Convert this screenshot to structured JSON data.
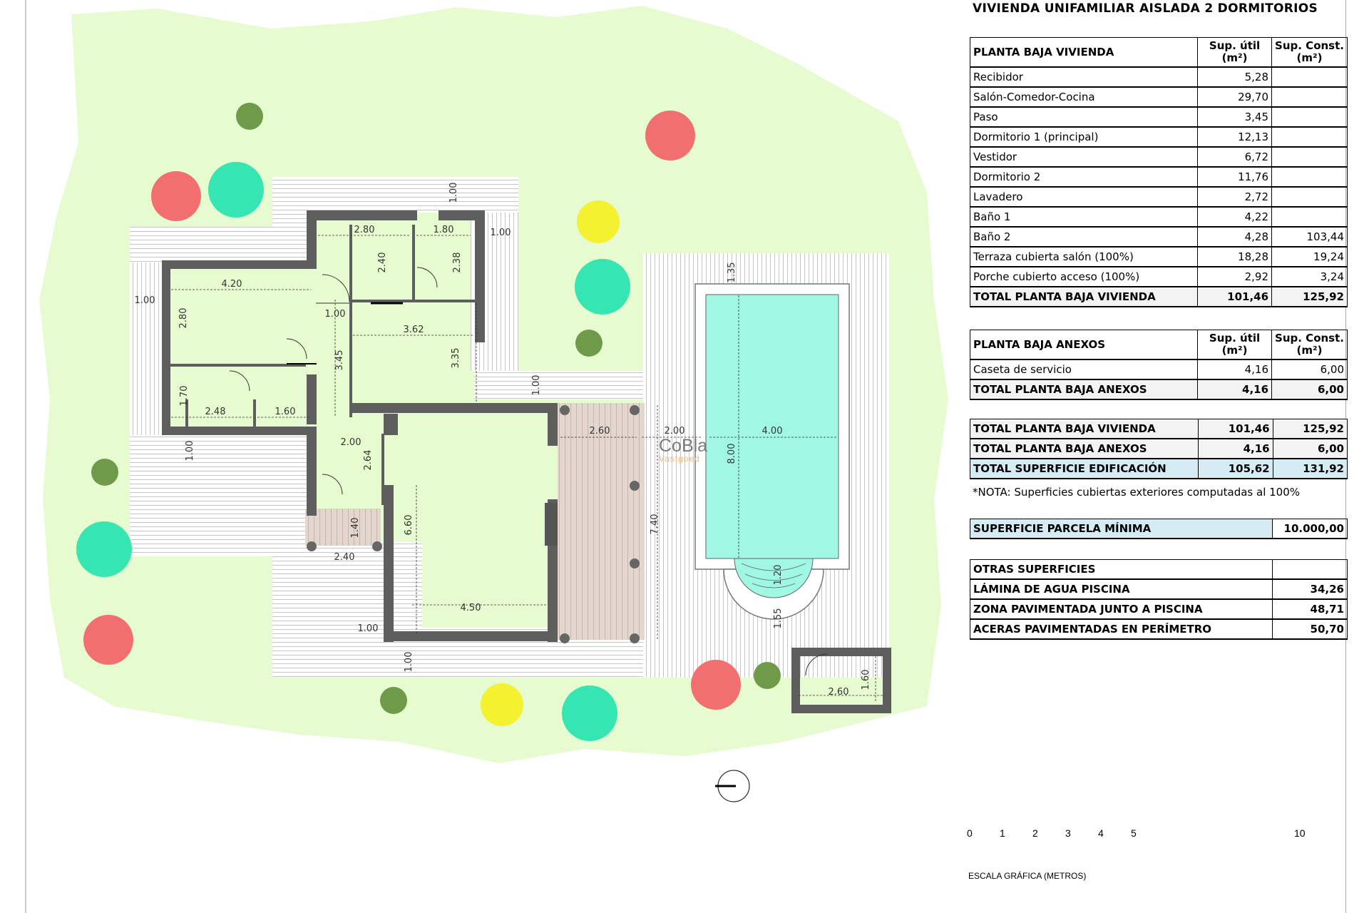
{
  "title": "VIVIENDA UNIFAMILIAR AISLADA 2 DORMITORIOS",
  "headers": {
    "sup_util": "Sup. útil",
    "sup_const": "Sup. Const.",
    "unit": "(m²)"
  },
  "planta_baja_vivienda": {
    "label": "PLANTA BAJA VIVIENDA",
    "rows": [
      {
        "name": "Recibidor",
        "util": "5,28",
        "const": ""
      },
      {
        "name": "Salón-Comedor-Cocina",
        "util": "29,70",
        "const": ""
      },
      {
        "name": "Paso",
        "util": "3,45",
        "const": ""
      },
      {
        "name": "Dormitorio 1 (principal)",
        "util": "12,13",
        "const": ""
      },
      {
        "name": "Vestidor",
        "util": "6,72",
        "const": ""
      },
      {
        "name": "Dormitorio 2",
        "util": "11,76",
        "const": ""
      },
      {
        "name": "Lavadero",
        "util": "2,72",
        "const": ""
      },
      {
        "name": "Baño 1",
        "util": "4,22",
        "const": ""
      },
      {
        "name": "Baño 2",
        "util": "4,28",
        "const": "103,44"
      },
      {
        "name": "Terraza cubierta salón (100%)",
        "util": "18,28",
        "const": "19,24"
      },
      {
        "name": "Porche cubierto acceso (100%)",
        "util": "2,92",
        "const": "3,24"
      }
    ],
    "total": {
      "name": "TOTAL PLANTA BAJA VIVIENDA",
      "util": "101,46",
      "const": "125,92"
    }
  },
  "planta_baja_anexos": {
    "label": "PLANTA BAJA ANEXOS",
    "rows": [
      {
        "name": "Caseta de servicio",
        "util": "4,16",
        "const": "6,00"
      }
    ],
    "total": {
      "name": "TOTAL PLANTA BAJA ANEXOS",
      "util": "4,16",
      "const": "6,00"
    }
  },
  "summary": [
    {
      "name": "TOTAL PLANTA BAJA VIVIENDA",
      "util": "101,46",
      "const": "125,92"
    },
    {
      "name": "TOTAL PLANTA BAJA ANEXOS",
      "util": "4,16",
      "const": "6,00"
    },
    {
      "name": "TOTAL SUPERFICIE EDIFICACIÓN",
      "util": "105,62",
      "const": "131,92"
    }
  ],
  "nota": "*NOTA: Superficies cubiertas exteriores computadas al 100%",
  "parcela": {
    "name": "SUPERFICIE PARCELA MÍNIMA",
    "value": "10.000,00"
  },
  "otras": {
    "label": "OTRAS SUPERFICIES",
    "rows": [
      {
        "name": "LÁMINA DE AGUA PISCINA",
        "value": "34,26"
      },
      {
        "name": "ZONA PAVIMENTADA JUNTO A PISCINA",
        "value": "48,71"
      },
      {
        "name": "ACERAS PAVIMENTADAS EN PERÍMETRO",
        "value": "50,70"
      }
    ]
  },
  "scale": {
    "ticks": [
      "0",
      "1",
      "2",
      "3",
      "4",
      "5",
      "10"
    ],
    "label": "ESCALA GRÁFICA (METROS)"
  },
  "logo": {
    "name": "CoBla",
    "sub": "Vastgoed"
  },
  "dimensions": [
    "4.20",
    "2.80",
    "1.00",
    "2.80",
    "1.80",
    "2.40",
    "2.38",
    "1.00",
    "1.00",
    "1.00",
    "3.62",
    "3.45",
    "3.35",
    "1.00",
    "1.70",
    "2.48",
    "1.60",
    "1.00",
    "2.00",
    "2.64",
    "1.40",
    "2.40",
    "6.60",
    "4.50",
    "1.00",
    "1.00",
    "2.60",
    "7.40",
    "2.00",
    "4.00",
    "8.00",
    "1.35",
    "1.20",
    "1.55",
    "2.60",
    "1.60"
  ],
  "colors": {
    "lawn": "#e6fbd0",
    "wall": "#5e5e5e",
    "pool": "#9ff7e4",
    "tree_red": "#f26f6f",
    "tree_teal": "#36e6b2",
    "tree_yellow": "#f4f230",
    "tree_green": "#6e9a4a",
    "header_blue": "#d6ecf4"
  }
}
